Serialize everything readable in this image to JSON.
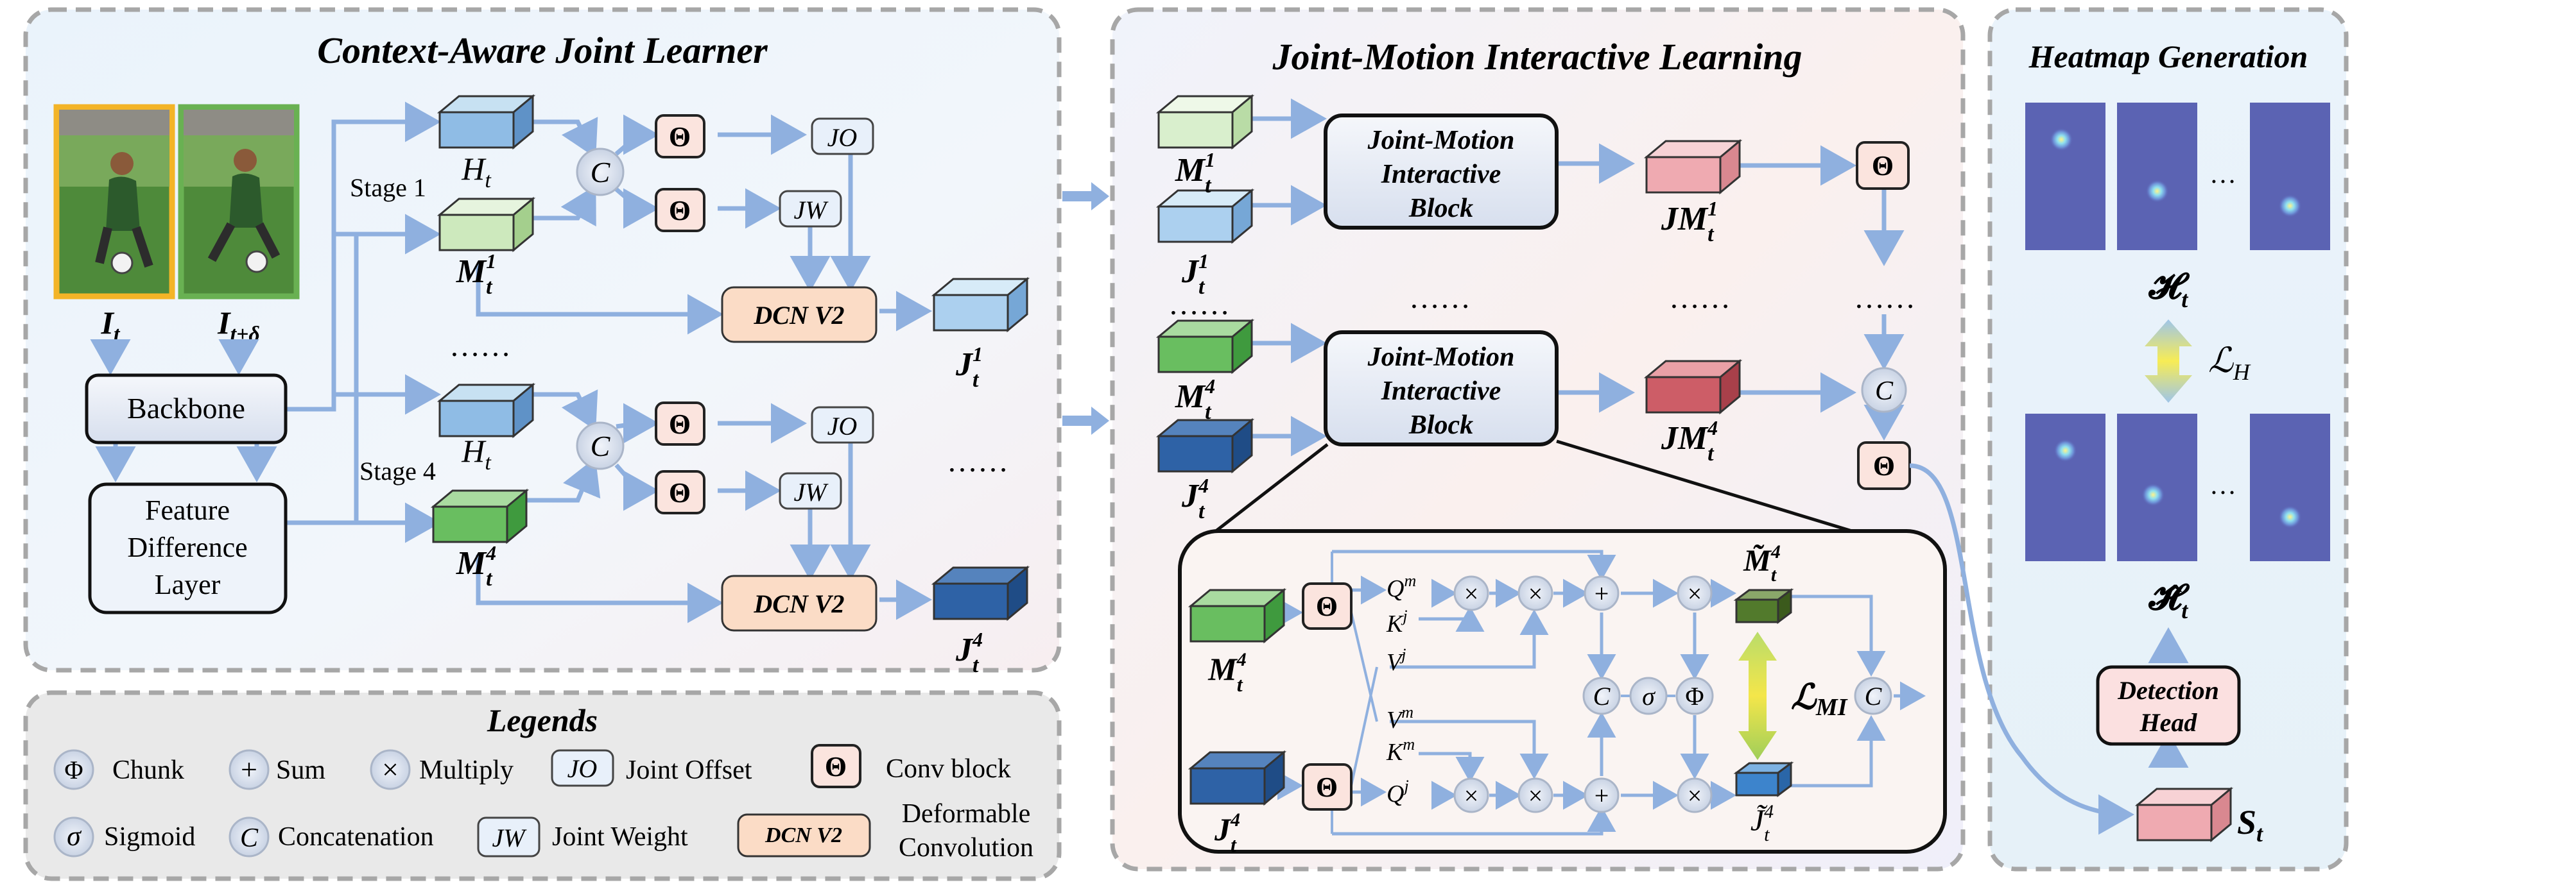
{
  "panels": {
    "context": {
      "title": "Context-Aware Joint Learner"
    },
    "interactive": {
      "title": "Joint-Motion Interactive Learning"
    },
    "heatmap": {
      "title": "Heatmap Generation"
    },
    "legends": {
      "title": "Legends"
    }
  },
  "context": {
    "frame_labels": [
      "I",
      "I"
    ],
    "frame_subscripts": [
      "t",
      "t+δ"
    ],
    "backbone": "Backbone",
    "fdl": [
      "Feature",
      "Difference",
      "Layer"
    ],
    "stage1": "Stage 1",
    "stage4": "Stage 4",
    "h_label": "H",
    "sub_t": "t",
    "m_label": "M",
    "j_label": "J",
    "sup1": "1",
    "sup4": "4",
    "concat": "C",
    "conv": "Θ",
    "jo": "JO",
    "jw": "JW",
    "dcn": "DCN V2",
    "dots_stage": "……",
    "dots_out": "……"
  },
  "interactive": {
    "block": [
      "Joint-Motion",
      "Interactive",
      "Block"
    ],
    "jm_label": "JM",
    "dots_left": "……",
    "dots_mid": "……",
    "dots_jm": "……",
    "dots_right": "……",
    "concat": "C",
    "conv": "Θ",
    "detail": {
      "q_m": "Q",
      "q_m_sup": "m",
      "k_j": "K",
      "k_j_sup": "j",
      "v_j": "V",
      "v_j_sup": "j",
      "v_m": "V",
      "v_m_sup": "m",
      "k_m": "K",
      "k_m_sup": "m",
      "q_j": "Q",
      "q_j_sup": "j",
      "multiply": "×",
      "sum": "+",
      "sigmoid": "σ",
      "chunk": "Φ",
      "concat": "C",
      "m_tilde": "M̃",
      "j_tilde": "J̃",
      "loss_mi": "ℒ",
      "loss_mi_sub": "MI"
    }
  },
  "heatmap": {
    "h_label": "𝓗",
    "h_hat_label": "𝓗̂",
    "sub_t": "t",
    "loss_h": "ℒ",
    "loss_h_sub": "H",
    "dots": "…",
    "detection": [
      "Detection",
      "Head"
    ],
    "s_label": "S",
    "heat_points_top": [
      [
        0.45,
        0.25
      ],
      [
        0.5,
        0.6
      ],
      [
        0.5,
        0.7
      ]
    ],
    "heat_points_bottom": [
      [
        0.5,
        0.25
      ],
      [
        0.45,
        0.55
      ],
      [
        0.5,
        0.7
      ]
    ]
  },
  "legends": {
    "chunk_sym": "Φ",
    "chunk": "Chunk",
    "sum_sym": "+",
    "sum": "Sum",
    "mult_sym": "×",
    "multiply": "Multiply",
    "jo_sym": "JO",
    "joint_offset": "Joint Offset",
    "conv_sym": "Θ",
    "conv_block": "Conv block",
    "sigmoid_sym": "σ",
    "sigmoid": "Sigmoid",
    "concat_sym": "C",
    "concatenation": "Concatenation",
    "jw_sym": "JW",
    "joint_weight": "Joint Weight",
    "dcn_sym": "DCN V2",
    "deformable": [
      "Deformable",
      "Convolution"
    ]
  },
  "colors": {
    "arrow": "#8fb0df",
    "blue_light": "#a9cdeb",
    "blue_dark": "#2f5f9e",
    "green_light": "#c9e8bd",
    "green_mid": "#6fc26a",
    "green_dark": "#4f7a2a",
    "pink": "#eda7ae",
    "red": "#cc5d66",
    "dcn_fill": "#fbdcc6",
    "heat_bg": "#5b63b3"
  }
}
